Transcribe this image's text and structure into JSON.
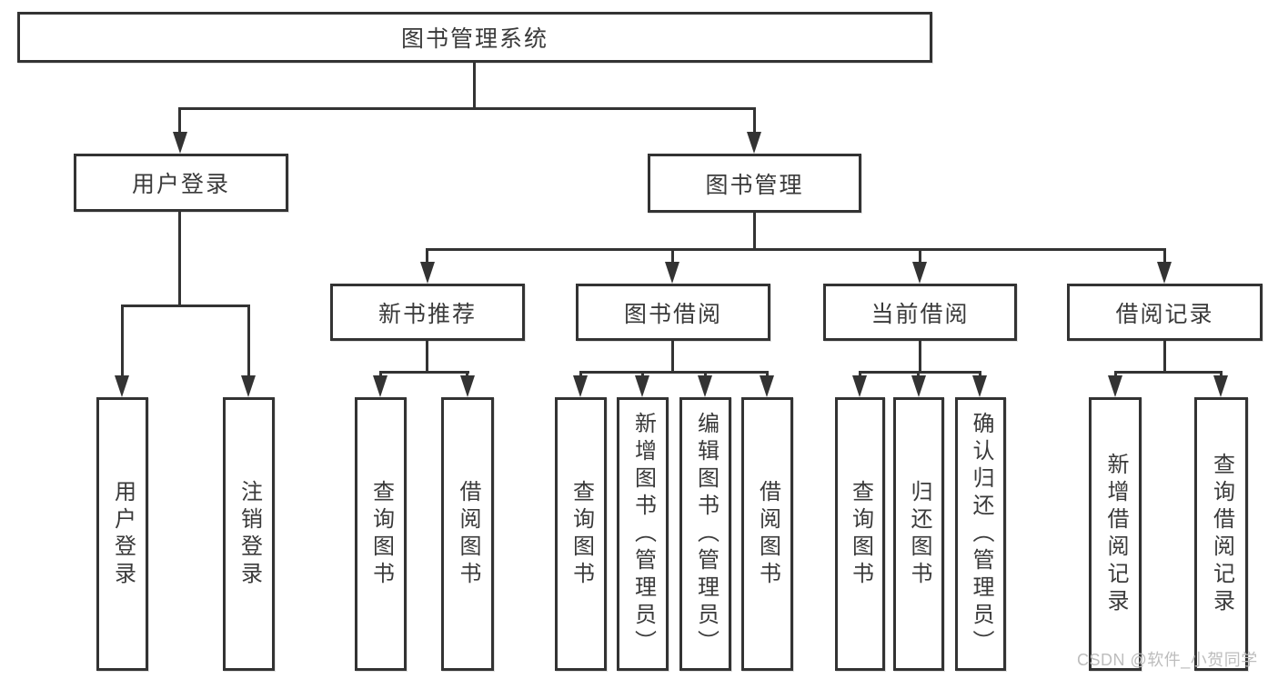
{
  "tree": {
    "root": {
      "label": "图书管理系统",
      "children": [
        {
          "label": "用户登录",
          "children": [
            {
              "label": "用户登录"
            },
            {
              "label": "注销登录"
            }
          ]
        },
        {
          "label": "图书管理",
          "children": [
            {
              "label": "新书推荐",
              "children": [
                {
                  "label": "查询图书"
                },
                {
                  "label": "借阅图书"
                }
              ]
            },
            {
              "label": "图书借阅",
              "children": [
                {
                  "label": "查询图书"
                },
                {
                  "label": "新增图书（管理员）"
                },
                {
                  "label": "编辑图书（管理员）"
                },
                {
                  "label": "借阅图书"
                }
              ]
            },
            {
              "label": "当前借阅",
              "children": [
                {
                  "label": "查询图书"
                },
                {
                  "label": "归还图书"
                },
                {
                  "label": "确认归还（管理员）"
                }
              ]
            },
            {
              "label": "借阅记录",
              "children": [
                {
                  "label": "新增借阅记录"
                },
                {
                  "label": "查询借阅记录"
                }
              ]
            }
          ]
        }
      ]
    }
  },
  "watermark": {
    "text": "CSDN @软件_小贺同学"
  },
  "colors": {
    "line": "#333333",
    "text": "#3a3a3a",
    "watermark": "#bdbdbd",
    "background": "#ffffff"
  }
}
